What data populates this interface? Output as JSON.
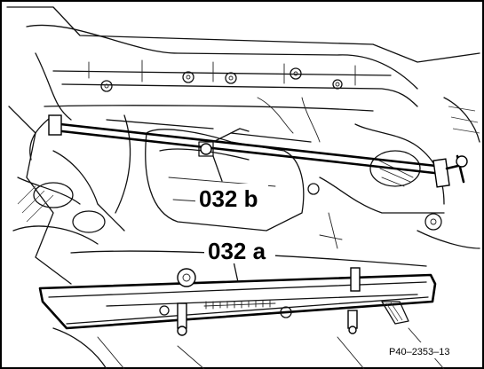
{
  "figure": {
    "labels": {
      "tool_b": "032 b",
      "tool_a": "032 a"
    },
    "reference": "P40–2353–13"
  }
}
